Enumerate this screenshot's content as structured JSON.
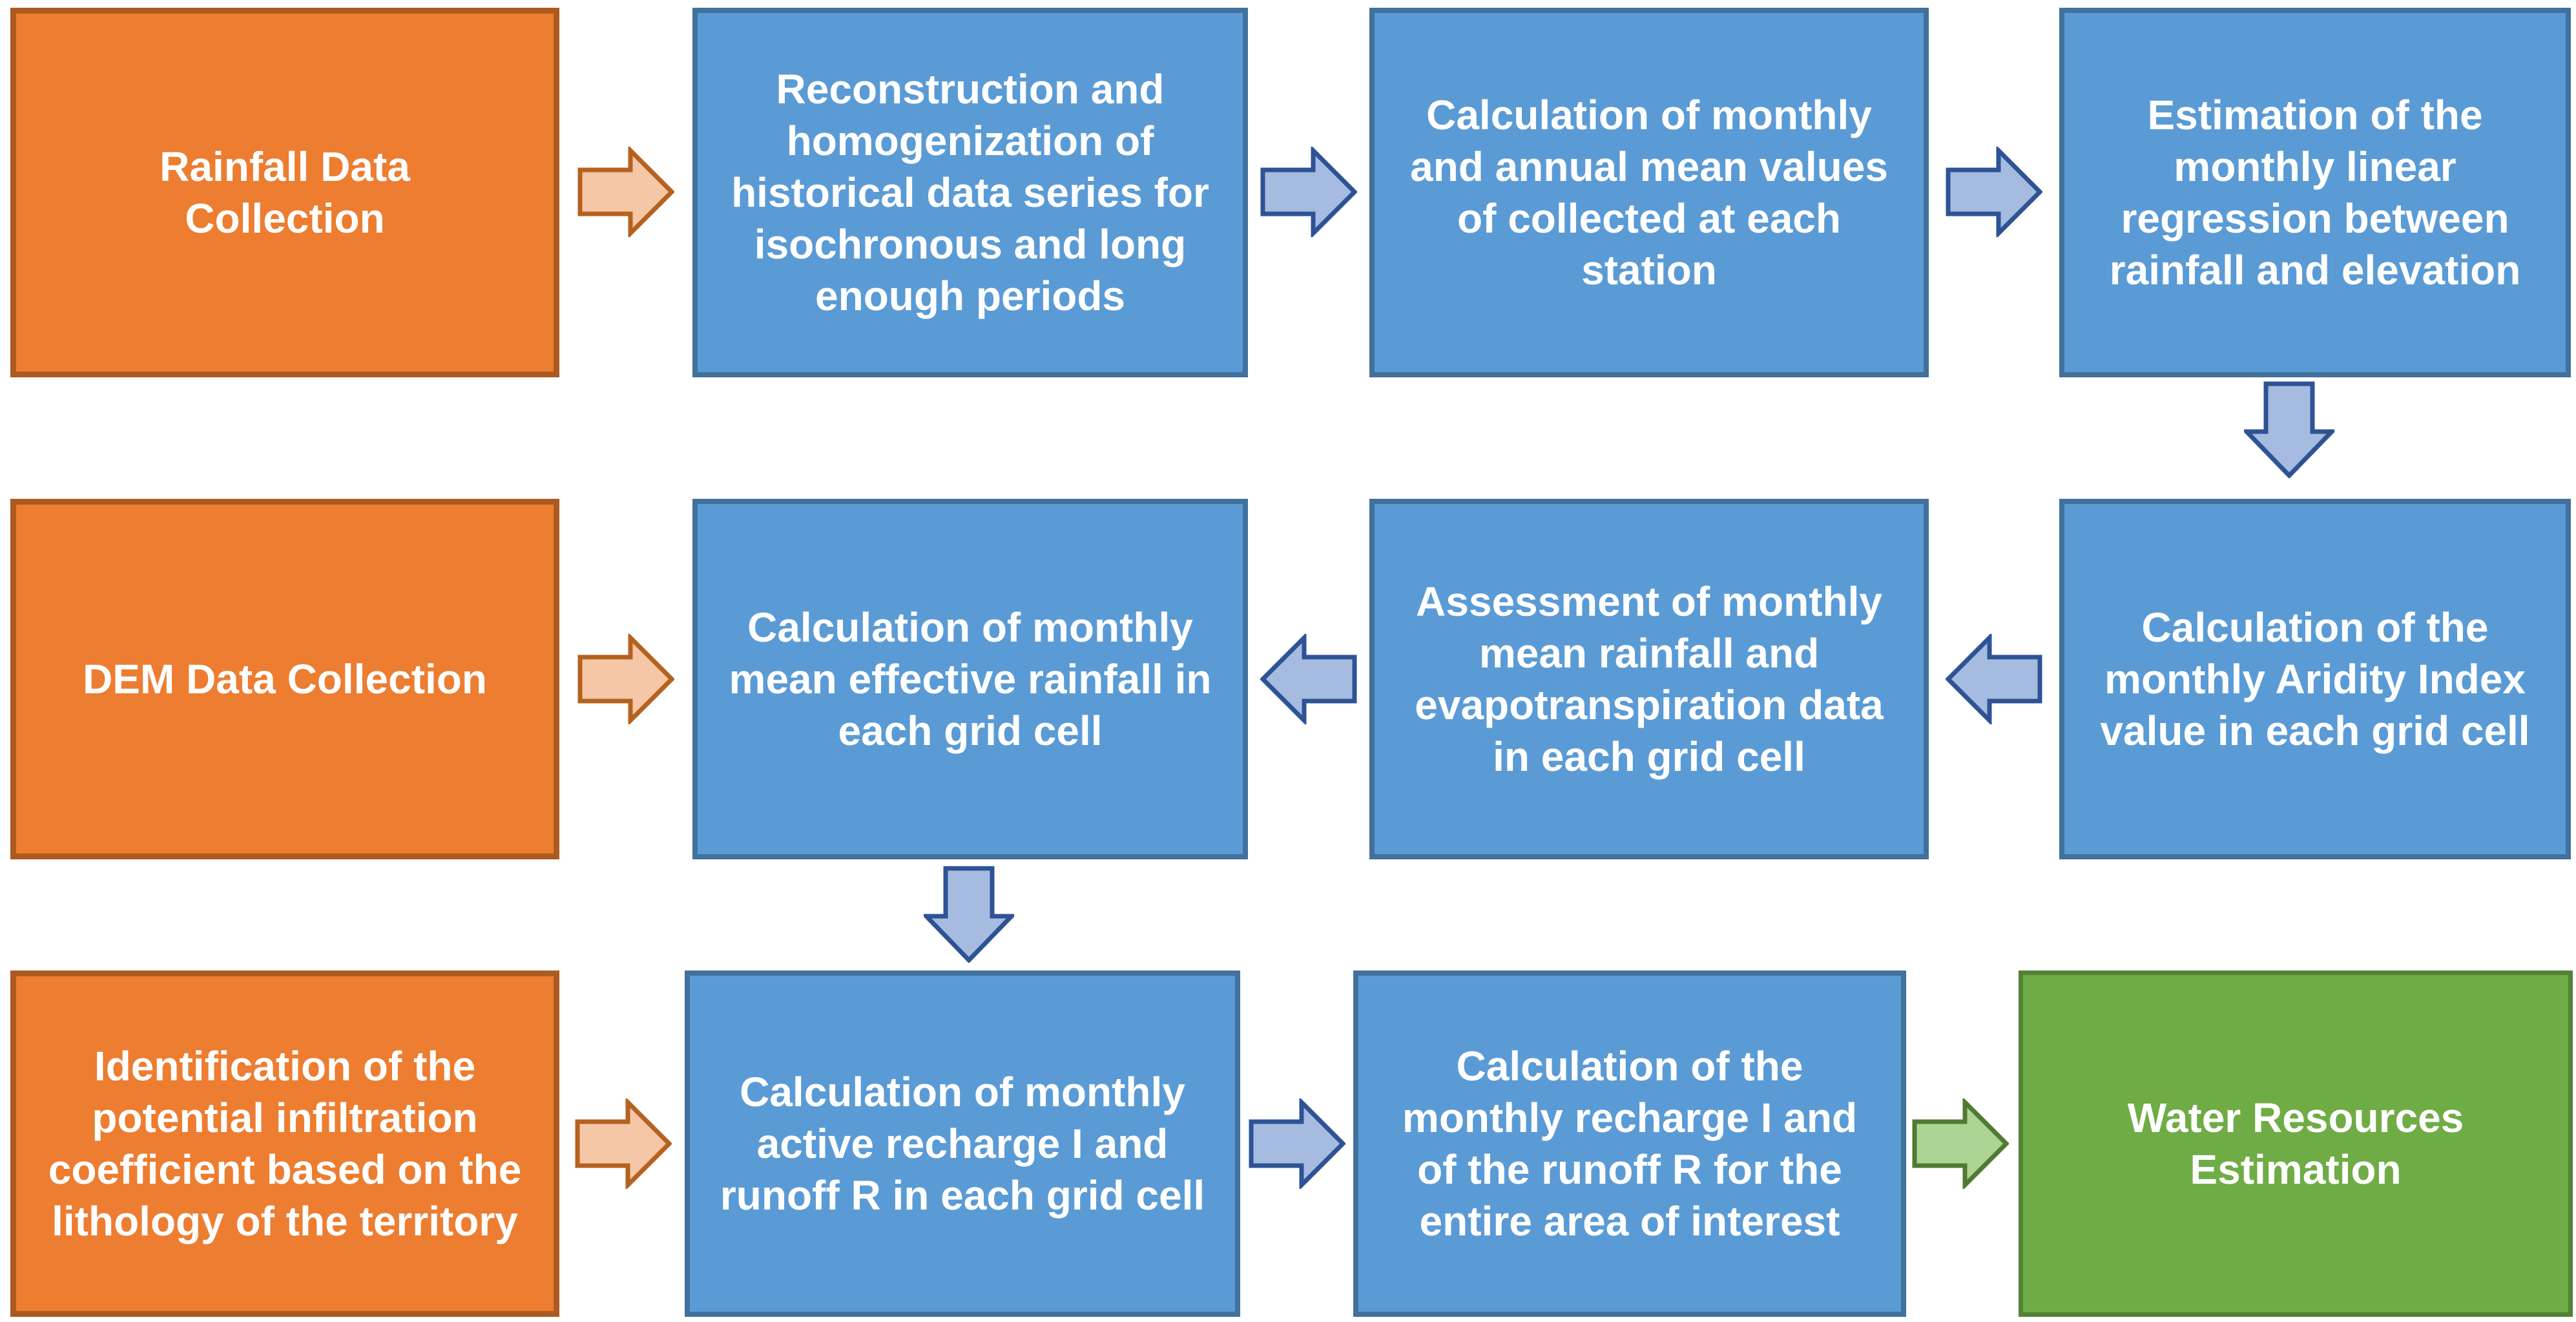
{
  "diagram": {
    "type": "flowchart",
    "nodes": [
      {
        "id": "rainfall-data-collection",
        "text": "Rainfall Data Collection",
        "role": "input",
        "fill": "#ED7D31",
        "border": "#AC5A21",
        "row": 1,
        "col": 1
      },
      {
        "id": "reconstruction-homogenization",
        "text": "Reconstruction and homogenization of historical data series for isochronous and long enough periods",
        "role": "process",
        "fill": "#5B9BD5",
        "border": "#41719C",
        "row": 1,
        "col": 2
      },
      {
        "id": "monthly-annual-mean-calculation",
        "text": "Calculation of monthly and annual mean values of collected at each station",
        "role": "process",
        "fill": "#5B9BD5",
        "border": "#41719C",
        "row": 1,
        "col": 3
      },
      {
        "id": "linear-regression-estimation",
        "text": "Estimation of the monthly linear regression between rainfall and elevation",
        "role": "process",
        "fill": "#5B9BD5",
        "border": "#41719C",
        "row": 1,
        "col": 4
      },
      {
        "id": "dem-data-collection",
        "text": "DEM Data Collection",
        "role": "input",
        "fill": "#ED7D31",
        "border": "#AC5A21",
        "row": 2,
        "col": 1
      },
      {
        "id": "effective-rainfall-calculation",
        "text": "Calculation of monthly mean effective rainfall in each grid cell",
        "role": "process",
        "fill": "#5B9BD5",
        "border": "#41719C",
        "row": 2,
        "col": 2
      },
      {
        "id": "rainfall-evapotranspiration-assessment",
        "text": "Assessment of monthly mean rainfall and evapotranspiration data in each grid cell",
        "role": "process",
        "fill": "#5B9BD5",
        "border": "#41719C",
        "row": 2,
        "col": 3
      },
      {
        "id": "aridity-index-calculation",
        "text": "Calculation of the monthly Aridity Index value in each grid cell",
        "role": "process",
        "fill": "#5B9BD5",
        "border": "#41719C",
        "row": 2,
        "col": 4
      },
      {
        "id": "infiltration-coefficient-identification",
        "text": "Identification of the potential infiltration coefficient based on the lithology of the territory",
        "role": "input",
        "fill": "#ED7D31",
        "border": "#AC5A21",
        "row": 3,
        "col": 1
      },
      {
        "id": "active-recharge-runoff-calculation",
        "text": "Calculation of monthly active recharge I and runoff R in each grid cell",
        "role": "process",
        "fill": "#5B9BD5",
        "border": "#41719C",
        "row": 3,
        "col": 2
      },
      {
        "id": "recharge-runoff-total-calculation",
        "text": "Calculation of the monthly recharge I and of the runoff R for the entire area of interest",
        "role": "process",
        "fill": "#5B9BD5",
        "border": "#41719C",
        "row": 3,
        "col": 3
      },
      {
        "id": "water-resources-estimation",
        "text": "Water Resources Estimation",
        "role": "output",
        "fill": "#6FAC46",
        "border": "#538135",
        "row": 3,
        "col": 4
      }
    ],
    "arrows": [
      {
        "from": "rainfall-data-collection",
        "to": "reconstruction-homogenization",
        "direction": "right",
        "fill": "#F5C7A6",
        "border": "#B5621F"
      },
      {
        "from": "reconstruction-homogenization",
        "to": "monthly-annual-mean-calculation",
        "direction": "right",
        "fill": "#A6BBE0",
        "border": "#2E5395"
      },
      {
        "from": "monthly-annual-mean-calculation",
        "to": "linear-regression-estimation",
        "direction": "right",
        "fill": "#A6BBE0",
        "border": "#2E5395"
      },
      {
        "from": "linear-regression-estimation",
        "to": "aridity-index-calculation",
        "direction": "down",
        "fill": "#A6BBE0",
        "border": "#2E5395"
      },
      {
        "from": "aridity-index-calculation",
        "to": "rainfall-evapotranspiration-assessment",
        "direction": "left",
        "fill": "#A6BBE0",
        "border": "#2E5395"
      },
      {
        "from": "rainfall-evapotranspiration-assessment",
        "to": "effective-rainfall-calculation",
        "direction": "left",
        "fill": "#A6BBE0",
        "border": "#2E5395"
      },
      {
        "from": "dem-data-collection",
        "to": "effective-rainfall-calculation",
        "direction": "right",
        "fill": "#F5C7A6",
        "border": "#B5621F"
      },
      {
        "from": "effective-rainfall-calculation",
        "to": "active-recharge-runoff-calculation",
        "direction": "down",
        "fill": "#A6BBE0",
        "border": "#2E5395"
      },
      {
        "from": "infiltration-coefficient-identification",
        "to": "active-recharge-runoff-calculation",
        "direction": "right",
        "fill": "#F5C7A6",
        "border": "#B5621F"
      },
      {
        "from": "active-recharge-runoff-calculation",
        "to": "recharge-runoff-total-calculation",
        "direction": "right",
        "fill": "#A6BBE0",
        "border": "#2E5395"
      },
      {
        "from": "recharge-runoff-total-calculation",
        "to": "water-resources-estimation",
        "direction": "right",
        "fill": "#AED495",
        "border": "#4F7B31"
      }
    ],
    "palette": {
      "input_fill": "#ED7D31",
      "input_border": "#AC5A21",
      "process_fill": "#5B9BD5",
      "process_border": "#41719C",
      "output_fill": "#6FAC46",
      "output_border": "#538135",
      "text_color": "#FFFFFF",
      "background": "#FFFFFF"
    }
  }
}
